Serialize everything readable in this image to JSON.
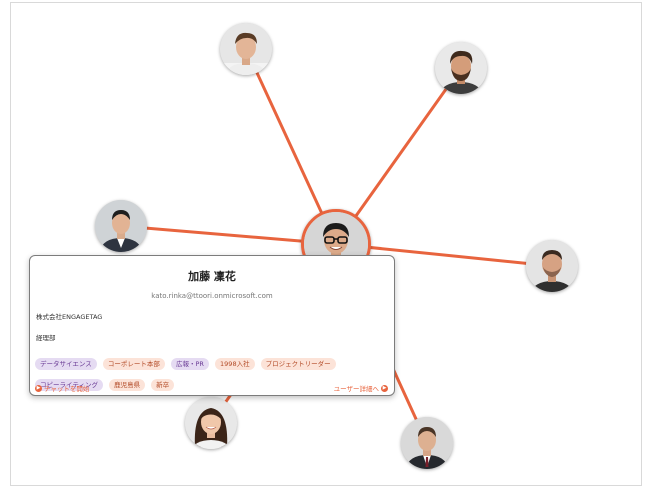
{
  "colors": {
    "accent": "#e8643e",
    "tag_purple_bg": "#e5dbf2",
    "tag_orange_bg": "#fce3d8"
  },
  "network": {
    "center": {
      "avatar": "man-with-glasses-portrait"
    },
    "nodes": [
      {
        "avatar": "young-man-portrait"
      },
      {
        "avatar": "bearded-man-portrait"
      },
      {
        "avatar": "businessman-suit-portrait"
      },
      {
        "avatar": "man-stubble-portrait"
      },
      {
        "avatar": "smiling-woman-portrait"
      },
      {
        "avatar": "man-suit-tie-portrait"
      }
    ]
  },
  "profile_card": {
    "name": "加藤 凜花",
    "email": "kato.rinka@ttoori.onmicrosoft.com",
    "company": "株式会社ENGAGETAG",
    "department": "経理部",
    "tags": [
      {
        "label": "データサイエンス",
        "color": "purple"
      },
      {
        "label": "コーポレート本部",
        "color": "orange"
      },
      {
        "label": "広報・PR",
        "color": "purple"
      },
      {
        "label": "1998入社",
        "color": "orange"
      },
      {
        "label": "プロジェクトリーダー",
        "color": "orange"
      },
      {
        "label": "コピーライティング",
        "color": "purple"
      },
      {
        "label": "鹿児島県",
        "color": "orange"
      },
      {
        "label": "新卒",
        "color": "orange"
      }
    ],
    "start_chat_label": "チャットを開始",
    "user_detail_label": "ユーザー詳細へ"
  }
}
